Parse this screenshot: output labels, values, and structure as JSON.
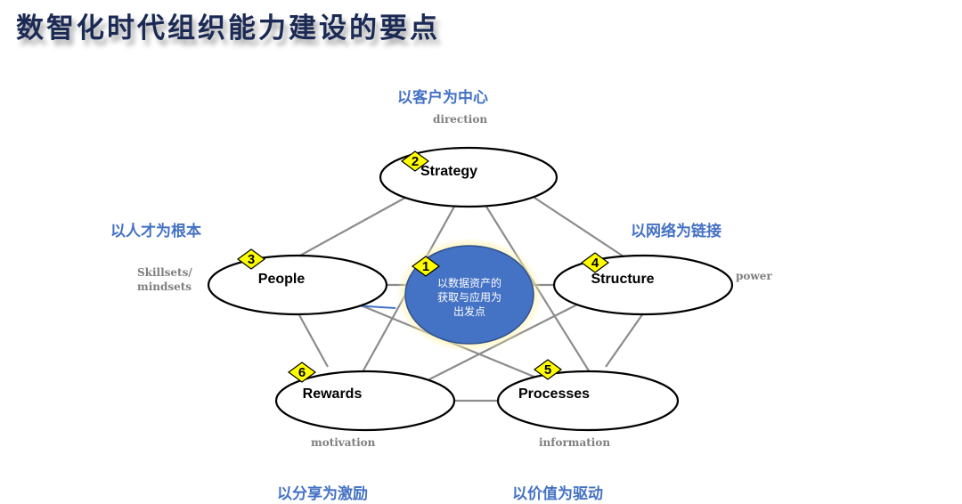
{
  "title": "数智化时代组织能力建设的要点",
  "principles": {
    "customer": "以客户为中心",
    "talent": "以人才为根本",
    "network": "以网络为链接",
    "sharing": "以分享为激励",
    "value": "以价值为驱动"
  },
  "annotations": {
    "direction": "direction",
    "skillsets": "Skillsets/",
    "mindsets": "mindsets",
    "power": "power",
    "motivation": "motivation",
    "information": "information"
  },
  "nodes": {
    "strategy": {
      "label": "Strategy",
      "badge": "2"
    },
    "people": {
      "label": "People",
      "badge": "3"
    },
    "structure": {
      "label": "Structure",
      "badge": "4"
    },
    "rewards": {
      "label": "Rewards",
      "badge": "6"
    },
    "processes": {
      "label": "Processes",
      "badge": "5"
    },
    "center": {
      "badge": "1",
      "line1": "以数据资产的",
      "line2": "获取与应用为",
      "line3": "出发点"
    }
  },
  "colors": {
    "title": "#1b2a55",
    "accent_text": "#4472c4",
    "center_fill": "#4472c4",
    "center_glow": "#fff2a8",
    "badge_fill": "#ffff00",
    "connector": "#8c8c8c"
  }
}
